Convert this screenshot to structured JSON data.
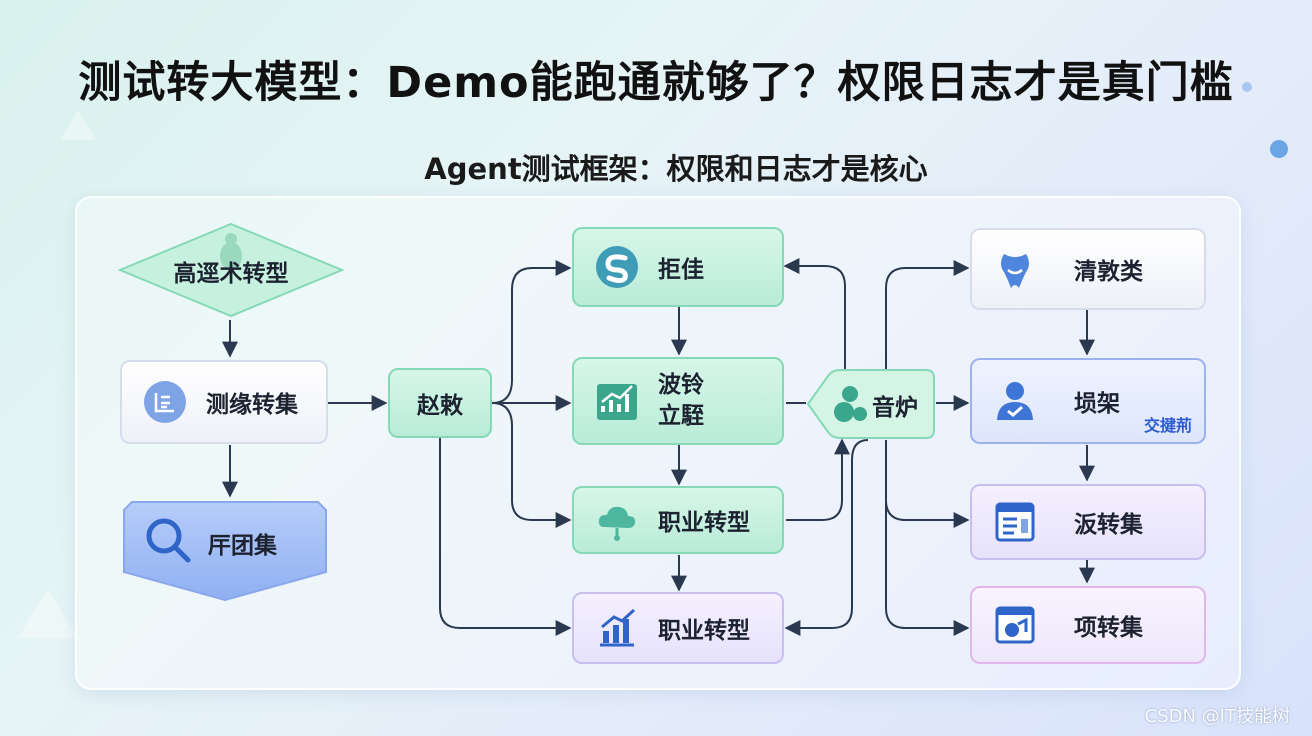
{
  "title": "测试转大模型：Demo能跑通就够了？权限日志才是真门槛",
  "subtitle": "Agent测试框架：权限和日志才是核心",
  "nodes": {
    "start": "高逕术转型",
    "collect": "测缘转集",
    "search": "厈团集",
    "dispatch": "赵敕",
    "top": "拒佳",
    "mid_line1": "波铃",
    "mid_line2": "立駤",
    "career": "职业转型",
    "career_bottom": "职业转型",
    "hub": "音炉",
    "clean": "清敦类",
    "profile": "埙架",
    "profile_link": "交揵荊",
    "wave": "汳转集",
    "final": "项转集"
  },
  "watermark": "CSDN @IT技能树",
  "colors": {
    "green_border": "#86d9b6",
    "blue_border": "#9cb2ee",
    "arrow": "#2b3950"
  },
  "icons": [
    "beetle-icon",
    "list-icon",
    "search-icon",
    "s-logo-icon",
    "chart-icon",
    "cloud-icon",
    "bar-chart-icon",
    "gear-icon",
    "tooth-icon",
    "user-icon",
    "document-icon",
    "media-icon"
  ]
}
